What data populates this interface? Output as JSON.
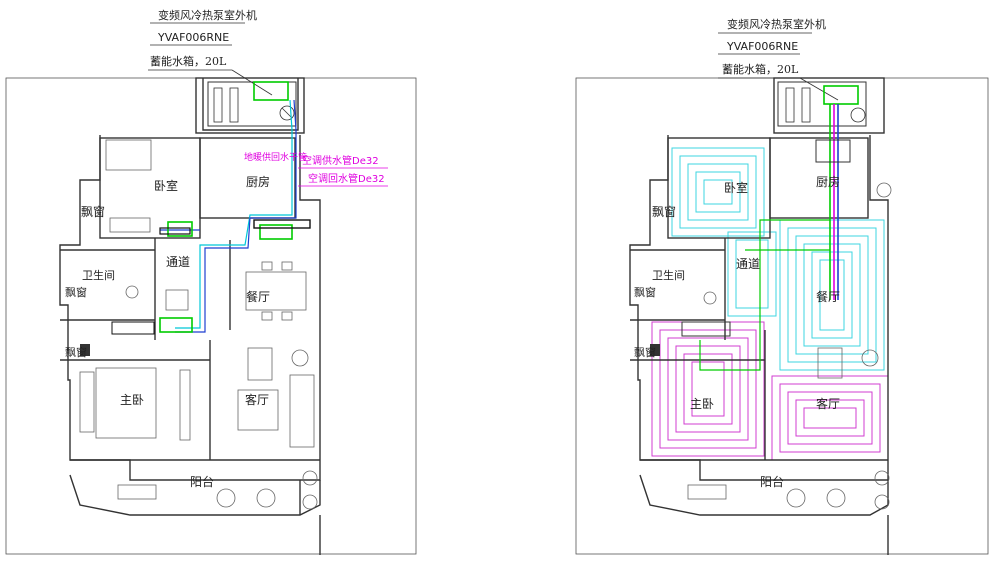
{
  "plans": [
    {
      "id": "left",
      "header": {
        "unit_title": "变频风冷热泵室外机",
        "model": "YVAF006RNE",
        "tank": "蓄能水箱，20L"
      },
      "pipe_labels": [
        "地暖供回水干管",
        "空调供水管De32",
        "空调回水管De32"
      ],
      "rooms": {
        "bedroom": "卧室",
        "kitchen": "厨房",
        "bay_window_1": "飘窗",
        "corridor": "通道",
        "bathroom": "卫生间",
        "bay_window_2": "飘窗",
        "dining": "餐厅",
        "bay_window_3": "飘窗",
        "master_bedroom": "主卧",
        "living": "客厅",
        "balcony": "阳台"
      }
    },
    {
      "id": "right",
      "header": {
        "unit_title": "变频风冷热泵室外机",
        "model": "YVAF006RNE",
        "tank": "蓄能水箱，20L"
      },
      "rooms": {
        "bedroom": "卧室",
        "kitchen": "厨房",
        "bay_window_1": "飘窗",
        "corridor": "通道",
        "bathroom": "卫生间",
        "bay_window_2": "飘窗",
        "dining": "餐厅",
        "bay_window_3": "飘窗",
        "master_bedroom": "主卧",
        "living": "客厅",
        "balcony": "阳台"
      }
    }
  ],
  "colors": {
    "wall": "#333333",
    "ac_unit": "#00cc00",
    "pipe_magenta": "#e000e0",
    "pipe_cyan": "#00c8d8",
    "pipe_blue": "#1f3fd0",
    "floor_heat_cyan": "#3dd6e0",
    "floor_heat_magenta": "#d23cd2"
  }
}
